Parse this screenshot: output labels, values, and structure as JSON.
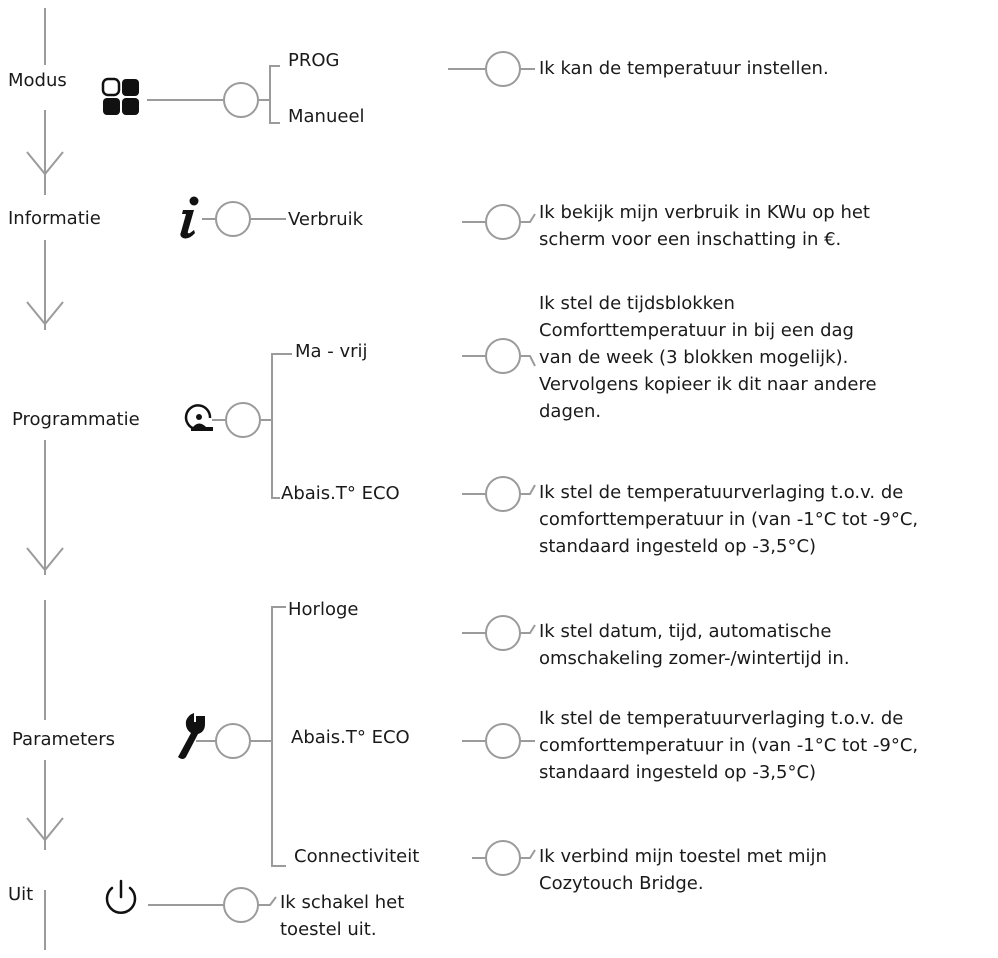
{
  "menu": {
    "modus": "Modus",
    "informatie": "Informatie",
    "programmatie": "Programmatie",
    "parameters": "Parameters",
    "uit": "Uit"
  },
  "icons": {
    "modus": "four-squares-icon",
    "informatie": "info-icon",
    "programmatie": "clock-person-icon",
    "parameters": "wrench-icon",
    "uit": "power-icon"
  },
  "options": {
    "prog": "PROG",
    "manueel": "Manueel",
    "verbruik": "Verbruik",
    "ma_vrij": "Ma - vrij",
    "abais_prog": "Abais.T° ECO",
    "horloge": "Horloge",
    "abais_param": "Abais.T° ECO",
    "connectiviteit": "Connectiviteit"
  },
  "descriptions": {
    "prog": "Ik kan de temperatuur instellen.",
    "verbruik": "Ik bekijk mijn verbruik in KWu op het\nscherm voor een inschatting in €.",
    "ma_vrij": "Ik stel de tijdsblokken\nComforttemperatuur in bij een dag\nvan de week (3 blokken mogelijk).\nVervolgens kopieer ik dit naar andere\ndagen.",
    "abais_prog": "Ik stel de temperatuurverlaging t.o.v. de\ncomforttemperatuur in (van -1°C tot -9°C,\nstandaard ingesteld op -3,5°C)",
    "horloge": "Ik stel datum, tijd, automatische\nomschakeling zomer-/wintertijd in.",
    "abais_param": "Ik stel de temperatuurverlaging t.o.v. de\ncomforttemperatuur in (van -1°C tot -9°C,\nstandaard ingesteld op -3,5°C)",
    "connectiviteit": "Ik verbind mijn toestel met mijn\nCozytouch Bridge.",
    "uit": "Ik schakel het\ntoestel uit."
  },
  "colors": {
    "line": "#9b9b9b",
    "text": "#1a1a1a",
    "icon": "#111111"
  }
}
